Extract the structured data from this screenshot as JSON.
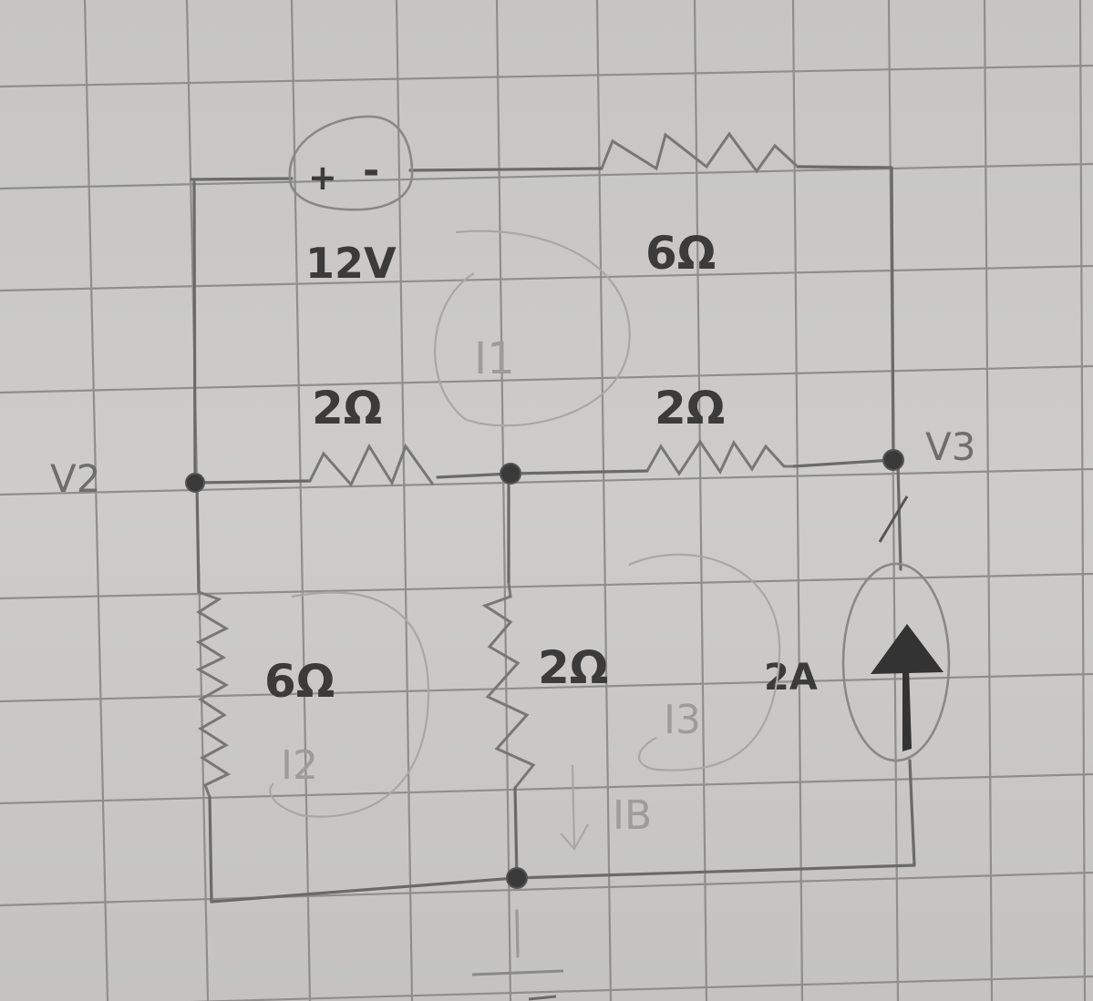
{
  "diagram": {
    "type": "hand-drawn circuit schematic on grid paper",
    "colors": {
      "paper": "#c9c8c6",
      "grid": "#8f8e8c",
      "ink": "#3b3b3b",
      "pencil": "#a8a7a5"
    },
    "voltage_source": {
      "label": "12V",
      "plus": "+",
      "minus": "-"
    },
    "current_source": {
      "label": "2A",
      "direction": "up"
    },
    "resistors": [
      {
        "id": "R_top",
        "label": "6Ω",
        "position": "top branch, between 12V source and right wire"
      },
      {
        "id": "R_mid_left",
        "label": "2Ω",
        "position": "between V2 and middle node"
      },
      {
        "id": "R_mid_right",
        "label": "2Ω",
        "position": "between middle node and V3"
      },
      {
        "id": "R_left",
        "label": "6Ω",
        "position": "vertical, below V2"
      },
      {
        "id": "R_center",
        "label": "2Ω",
        "position": "vertical, below middle node"
      }
    ],
    "nodes": [
      {
        "label": "V2"
      },
      {
        "label": ""
      },
      {
        "label": "V3"
      },
      {
        "label": ""
      }
    ],
    "mesh_currents": [
      {
        "label": "I1"
      },
      {
        "label": "I2"
      },
      {
        "label": "I3"
      }
    ],
    "branch_current": {
      "label": "IB",
      "direction": "down"
    },
    "misc_marks": {
      "ground_symbol": "ground"
    }
  }
}
